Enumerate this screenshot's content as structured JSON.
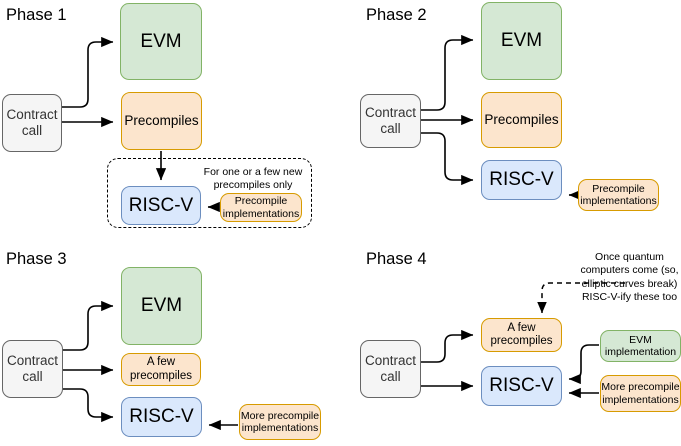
{
  "diagram": {
    "title_phase1": "Phase 1",
    "title_phase2": "Phase 2",
    "title_phase3": "Phase 3",
    "title_phase4": "Phase 4",
    "colors": {
      "green_fill": "#d5e8d4",
      "green_stroke": "#82b366",
      "orange_fill": "#fce5cd",
      "orange_stroke": "#d79b00",
      "blue_fill": "#dae8fc",
      "blue_stroke": "#6c8ebf",
      "grey_fill": "#f5f5f5",
      "grey_stroke": "#666666",
      "edge": "#000000"
    }
  },
  "phase1": {
    "title": "Phase 1",
    "contract_call": "Contract\ncall",
    "evm": "EVM",
    "precompiles": "Precompiles",
    "riscv": "RISC-V",
    "precompile_impls": "Precompile\nimplementations",
    "note": "For one or a few new\nprecompiles only"
  },
  "phase2": {
    "title": "Phase 2",
    "contract_call": "Contract\ncall",
    "evm": "EVM",
    "precompiles": "Precompiles",
    "riscv": "RISC-V",
    "precompile_impls": "Precompile\nimplementations"
  },
  "phase3": {
    "title": "Phase 3",
    "contract_call": "Contract\ncall",
    "evm": "EVM",
    "a_few_precompiles": "A few\nprecompiles",
    "riscv": "RISC-V",
    "more_precompile_impls": "More precompile\nimplementations"
  },
  "phase4": {
    "title": "Phase 4",
    "contract_call": "Contract\ncall",
    "a_few_precompiles": "A few\nprecompiles",
    "riscv": "RISC-V",
    "evm_implementation": "EVM\nimplementation",
    "more_precompile_impls": "More precompile\nimplementations",
    "note": "Once quantum\ncomputers come (so,\nelliptic curves break)\nRISC-V-ify these too"
  }
}
